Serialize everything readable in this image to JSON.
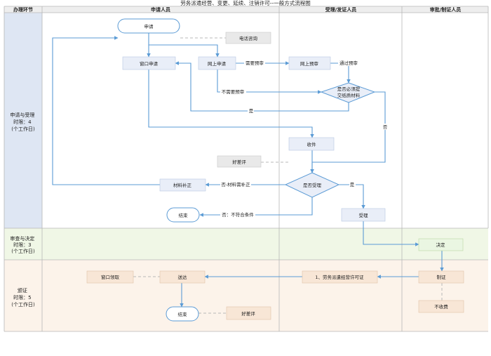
{
  "title": "劳务派遣经营、变更、延续、注销许可--一般方式流程图",
  "headers": {
    "col1": "办理环节",
    "col2": "申请人员",
    "col3": "受理/发证人员",
    "col4": "审批/制证人员"
  },
  "segments": [
    {
      "line1": "申请与受理",
      "line2": "时限：4",
      "line3": "(个工作日)"
    },
    {
      "line1": "审查与决定",
      "line2": "时限：3",
      "line3": "(个工作日)"
    },
    {
      "line1": "颁证",
      "line2": "时限：5",
      "line3": "(个工作日)"
    }
  ],
  "nodes": {
    "apply": "申请",
    "phone": "电话咨询",
    "window_apply": "窗口申请",
    "online_apply": "网上申请",
    "online_precheck": "网上预审",
    "need_material": "是否必须提",
    "need_material2": "交纸质材料",
    "receive": "收件",
    "good_review1": "好差评",
    "accept_q": "是否受理",
    "supplement": "材料补正",
    "end1": "结束",
    "accept": "受理",
    "decide": "决定",
    "make_cert": "制证",
    "no_fee": "不收费",
    "issue_cert": "1、劳务派遣经营许可证",
    "deliver": "送达",
    "window_pickup": "窗口领取",
    "end2": "结束",
    "good_review2": "好差评"
  },
  "edge_labels": {
    "need_precheck": "需要预审",
    "precheck_pass": "通过预审",
    "no_precheck": "不需要预审",
    "yes1": "是",
    "no1": "否",
    "no_supplement": "否-材料需补正",
    "yes2": "是",
    "no_condition": "否：不符合条件"
  }
}
